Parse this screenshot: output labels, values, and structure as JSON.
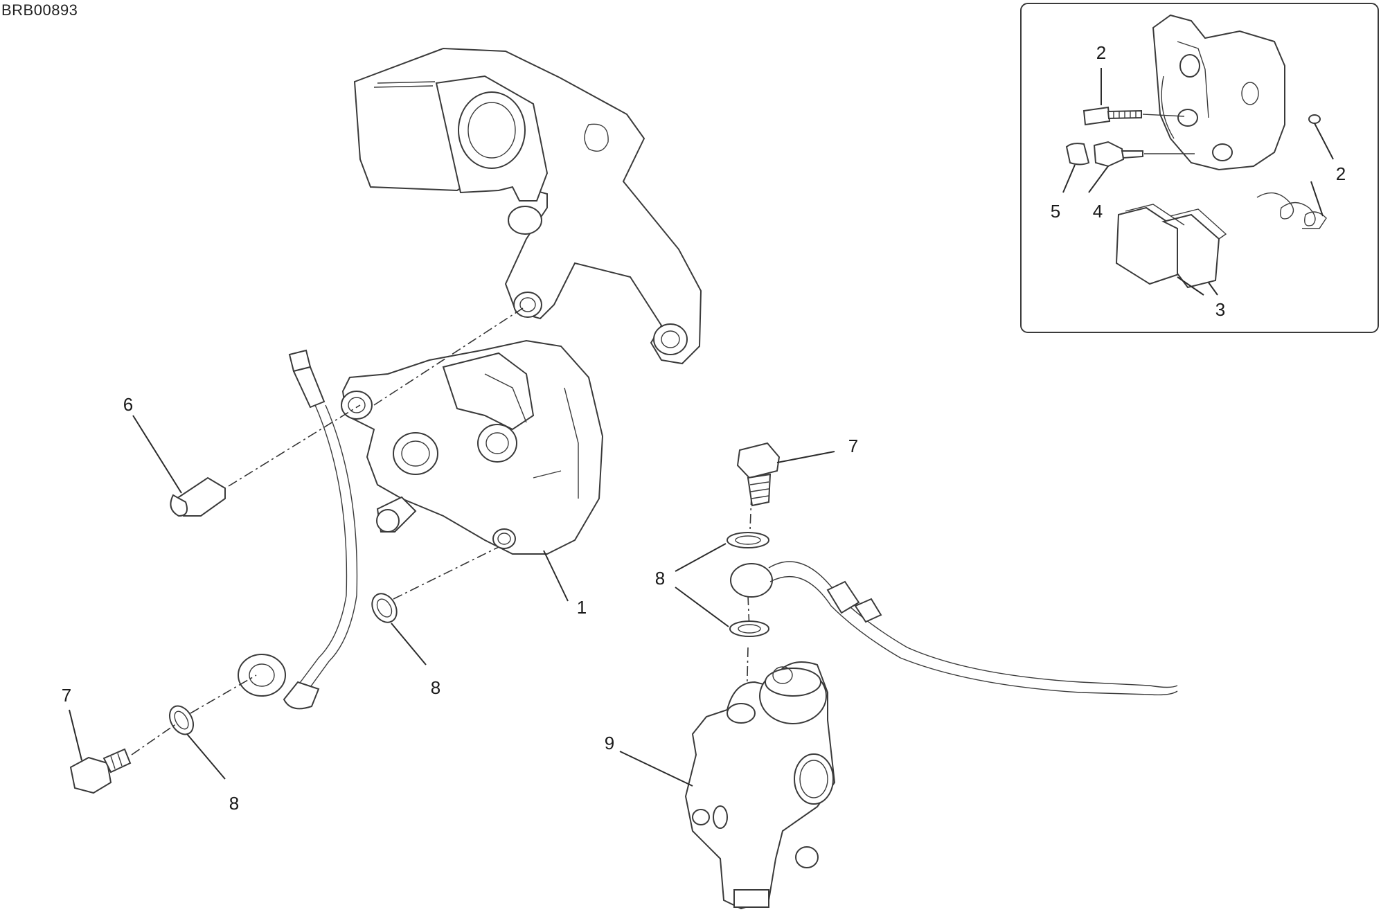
{
  "diagram": {
    "code": "BRB00893",
    "callouts": {
      "c1": "1",
      "c6": "6",
      "c7_left": "7",
      "c8_washer_mid": "8",
      "c8_washer_low": "8",
      "c7_right": "7",
      "c8_right": "8",
      "c9": "9",
      "inset_2_top": "2",
      "inset_2_right": "2",
      "inset_3": "3",
      "inset_4": "4",
      "inset_5": "5"
    }
  }
}
